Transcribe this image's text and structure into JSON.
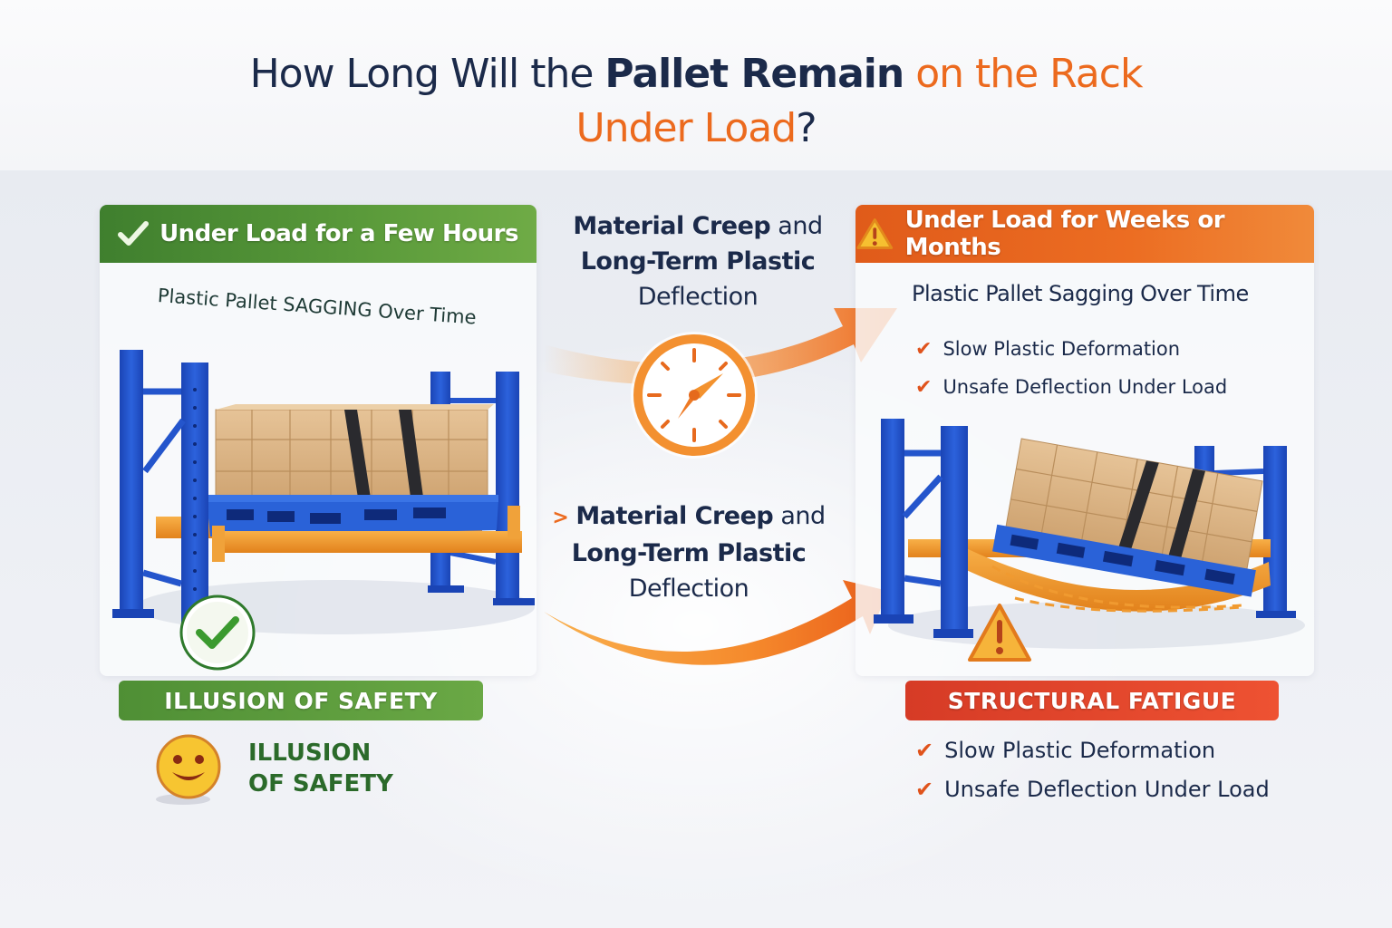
{
  "title": {
    "line1_part1": "How Long Will the ",
    "line1_part2": "Pallet Remain",
    "line1_part3": " on the Rack",
    "line2_part1": "Under Load",
    "line2_part2": "?"
  },
  "left_panel": {
    "header": "Under Load for a Few Hours",
    "header_icon": "check-icon",
    "subtitle": "Plastic Pallet SAGGING Over Time",
    "status_icon": "green-check-circle-icon",
    "badge": "ILLUSION OF SAFETY",
    "emoji": "smiley-face-icon",
    "emoji_caption_line1": "ILLUSION",
    "emoji_caption_line2": "OF SAFETY",
    "accent_color": "#4f8f35"
  },
  "middle": {
    "top": {
      "bold": "Material Creep",
      "normal": " and",
      "line2": "Long-Term Plastic",
      "line3": "Deflection"
    },
    "clock_icon": "clock-icon",
    "bottom": {
      "prefix": ">",
      "bold": "Material Creep",
      "normal": " and",
      "line2": "Long-Term Plastic",
      "line3": "Deflection"
    },
    "arrow_color": "#f07d26"
  },
  "right_panel": {
    "header": "Under Load for Weeks or Months",
    "header_icon": "warning-icon",
    "subtitle": "Plastic Pallet Sagging Over Time",
    "list_top": [
      "Slow Plastic Deformation",
      "Unsafe Deflection Under Load"
    ],
    "status_icon": "warning-triangle-icon",
    "badge": "STRUCTURAL FATIGUE",
    "list_bottom": [
      "Slow Plastic Deformation",
      "Unsafe Deflection Under Load"
    ],
    "accent_color": "#e05b1a",
    "badge_color": "#d63b26"
  },
  "colors": {
    "navy": "#1b2a4a",
    "orange": "#ec6a1e",
    "rack_blue": "#1f4fc4",
    "beam_orange": "#f39a2a",
    "box_tan": "#d9b383"
  }
}
